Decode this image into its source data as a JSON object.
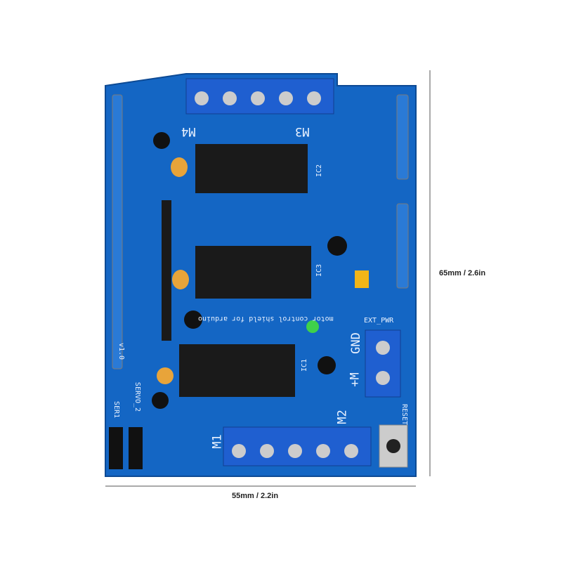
{
  "product": {
    "board_labels": [
      "M1",
      "M2",
      "M3",
      "M4",
      "EXT_PWR",
      "GND",
      "+M",
      "RESET",
      "IC1",
      "IC2",
      "IC3",
      "SERVO_2",
      "SER1",
      "motor control shield for arduino",
      "v1.0"
    ]
  },
  "dimensions": {
    "height_label": "65mm / 2.6in",
    "width_label": "55mm / 2.2in"
  },
  "colors": {
    "pcb": "#1466c4",
    "terminal": "#1f5fd0",
    "chip": "#1a1a1a"
  }
}
